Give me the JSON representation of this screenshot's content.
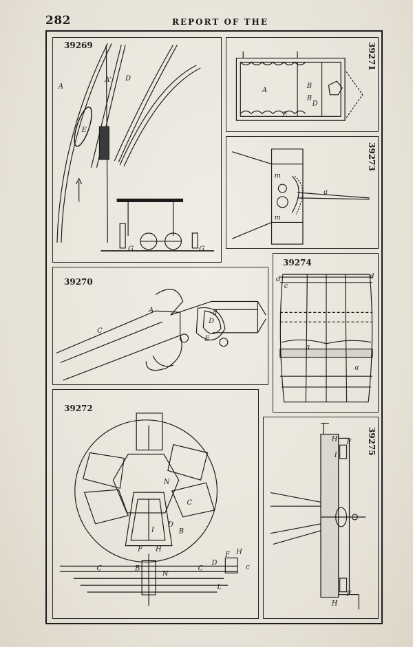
{
  "header": {
    "page_number": "282",
    "running_head": "REPORT OF THE"
  },
  "figures": [
    {
      "number": "39269",
      "labels": [
        "A",
        "A'",
        "D",
        "E",
        "G",
        "G"
      ]
    },
    {
      "number": "39271",
      "labels": [
        "A",
        "B",
        "B",
        "D",
        "E"
      ]
    },
    {
      "number": "39273",
      "labels": [
        "m",
        "m",
        "g"
      ]
    },
    {
      "number": "39270",
      "labels": [
        "A",
        "C",
        "D",
        "d",
        "E"
      ]
    },
    {
      "number": "39274",
      "labels": [
        "d",
        "d",
        "c",
        "a",
        "a"
      ]
    },
    {
      "number": "39272",
      "labels": [
        "N",
        "C",
        "D",
        "B",
        "I",
        "F",
        "H",
        "C",
        "B",
        "C",
        "D",
        "F",
        "H",
        "c",
        "N",
        "L"
      ]
    },
    {
      "number": "39275",
      "labels": [
        "H",
        "F",
        "I",
        "F",
        "H"
      ]
    }
  ]
}
